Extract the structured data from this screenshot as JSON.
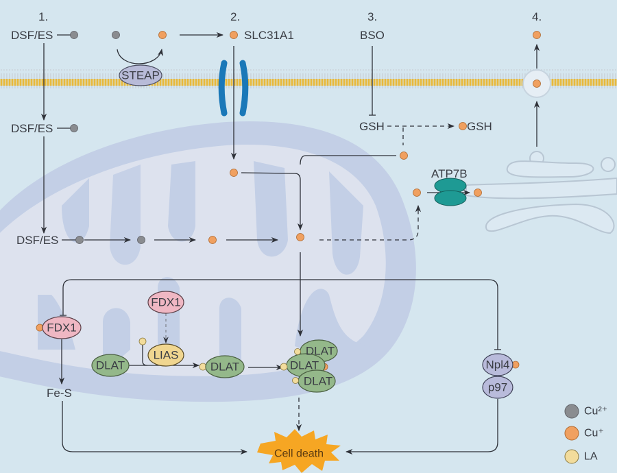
{
  "title": "Cuproptosis mechanism diagram",
  "colors": {
    "background": "#d5e6ef",
    "membrane": "#e8b93c",
    "mito_outer": "#c3cfe6",
    "mito_inner": "#dfe3ee",
    "cu2": "#8a8c90",
    "cu1": "#f0a060",
    "la": "#f2dc9c",
    "dlat": "#94b88a",
    "fdx1": "#efb7c3",
    "lias": "#f0d690",
    "npl4": "#b9bbdb",
    "atp7b": "#1e9a94",
    "slc31a1": "#1a78b8",
    "steap": "#b8bbd8",
    "cell_death": "#f6a623"
  },
  "steps": [
    "1.",
    "2.",
    "3.",
    "4."
  ],
  "labels": {
    "dsf_es_top": "DSF/ES",
    "dsf_es_mid": "DSF/ES",
    "dsf_es_mito": "DSF/ES",
    "steap": "STEAP",
    "slc31a1": "SLC31A1",
    "bso": "BSO",
    "gsh": "GSH",
    "cu_gsh": "GSH",
    "atp7b": "ATP7B",
    "fdx1_left": "FDX1",
    "fdx1_top": "FDX1",
    "lias": "LIAS",
    "dlat_1": "DLAT",
    "dlat_2": "DLAT",
    "dlat_3a": "DLAT",
    "dlat_3b": "DLAT",
    "dlat_3c": "DLAT",
    "fe_s": "Fe-S",
    "npl4": "Npl4",
    "p97": "p97",
    "cell_death": "Cell death"
  },
  "legend": [
    {
      "key": "cu2",
      "label": "Cu²⁺"
    },
    {
      "key": "cu1",
      "label": "Cu⁺"
    },
    {
      "key": "la",
      "label": "LA"
    }
  ]
}
